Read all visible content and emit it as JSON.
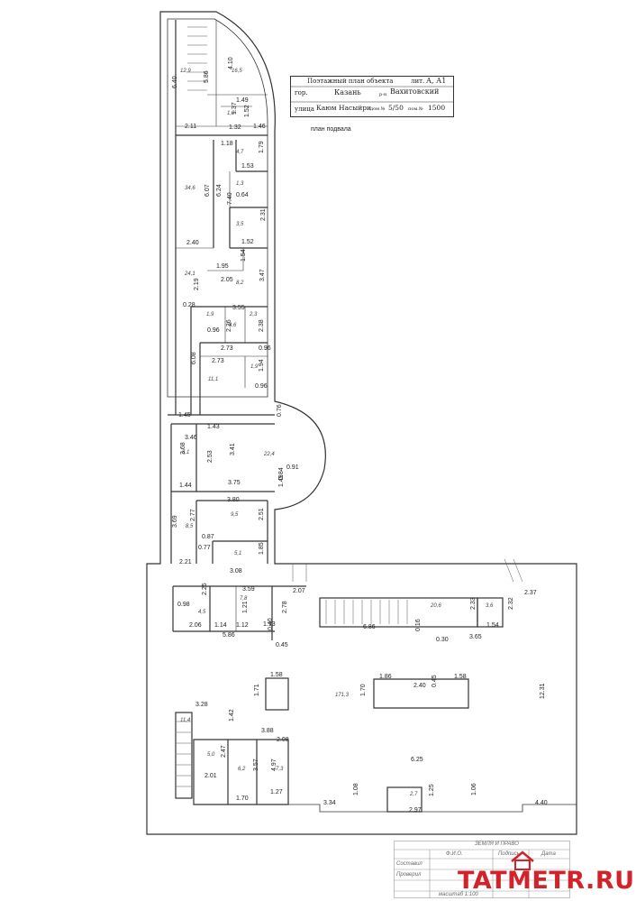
{
  "info_table": {
    "title": "Поэтажный план объекта",
    "lit_label": "лит.",
    "lit_value": "А, А1",
    "city_label": "гор.",
    "city_value": "Казань",
    "district_label": "р-н",
    "district_value": "Вахитовский",
    "street_label": "улица",
    "street_value": "Каюм Насыйри",
    "house_label": "дом №",
    "house_value": "5/50",
    "room_label": "пом.№",
    "room_value": "1500"
  },
  "caption": "план подвала",
  "rooms": [
    "12,9",
    "16,5",
    "1,9",
    "4,7",
    "34,6",
    "1,3",
    "3,5",
    "24,1",
    "8,2",
    "1,9",
    "4,6",
    "2,3",
    "11,1",
    "1,9",
    "5,1",
    "22,4",
    "8,5",
    "9,5",
    "5,1",
    "7,8",
    "4,5",
    "20,6",
    "3,6",
    "171,3",
    "11,4",
    "5,0",
    "6,2",
    "7,3",
    "2,7"
  ],
  "dimensions": [
    "6.40",
    "5.86",
    "4.10",
    "1.49",
    "2.11",
    "1.32",
    "1.46",
    "1.37",
    "1.52",
    "1.18",
    "1.79",
    "1.53",
    "6.07",
    "6.24",
    "7.40",
    "0.64",
    "2.31",
    "2.40",
    "1.52",
    "1.95",
    "1.54",
    "2.19",
    "2.05",
    "3.47",
    "0.28",
    "3.55",
    "0.96",
    "2.36",
    "2.38",
    "2.73",
    "0.96",
    "6.08",
    "2.73",
    "1.94",
    "0.96",
    "1.45",
    "1.43",
    "0.76",
    "3.46",
    "3.68",
    "2.53",
    "3.41",
    "0.91",
    "3.75",
    "0.84",
    "1.49",
    "1.44",
    "3.80",
    "3.69",
    "2.77",
    "2.51",
    "0.87",
    "0.77",
    "2.21",
    "3.08",
    "1.85",
    "0.98",
    "2.25",
    "3.59",
    "2.07",
    "2.37",
    "2.06",
    "1.14",
    "1.12",
    "1.21",
    "1.13",
    "2.78",
    "2.33",
    "2.32",
    "6.86",
    "0.16",
    "0.30",
    "1.54",
    "3.65",
    "5.86",
    "0.40",
    "0.45",
    "1.58",
    "1.71",
    "1.86",
    "2.40",
    "1.58",
    "1.70",
    "0.45",
    "12.31",
    "3.28",
    "1.42",
    "3.88",
    "2.08",
    "2.47",
    "3.57",
    "4.97",
    "2.01",
    "1.70",
    "1.27",
    "3.34",
    "1.08",
    "6.25",
    "1.25",
    "2.97",
    "1.06",
    "4.40"
  ],
  "stamp": {
    "header": "ЗЕМЛЯ И ПРАВО",
    "col_fio": "Ф.И.О.",
    "col_sign": "Подпись",
    "col_date": "Дата",
    "row1": "Составил",
    "row2": "Проверил",
    "footer": "масштаб 1:100"
  },
  "watermark": "TATMETR.RU",
  "colors": {
    "line": "#333333",
    "watermark": "#d2232a"
  }
}
